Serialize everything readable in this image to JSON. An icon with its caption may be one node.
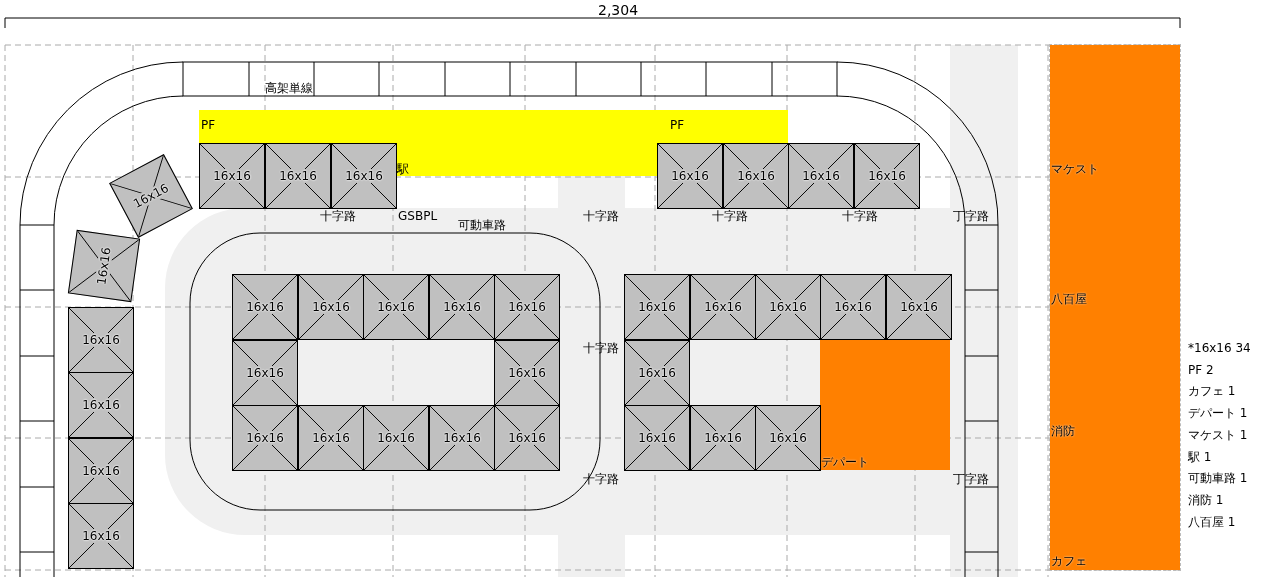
{
  "diagram": {
    "nodes": [
      {
        "text": [
          "PF",
          "駅"
        ]
      },
      {
        "text": [
          "PF"
        ]
      },
      {
        "text": [
          "デパート"
        ]
      },
      {
        "text": [
          "マケスト",
          "八百屋",
          "消防",
          "カフェ"
        ]
      },
      {
        "text": [
          "16x16"
        ]
      },
      {
        "text": [
          "16x16"
        ]
      },
      {
        "text": [
          "16x16"
        ]
      },
      {
        "text": [
          "16x16"
        ]
      },
      {
        "text": [
          "16x16"
        ]
      },
      {
        "text": [
          "16x16"
        ]
      },
      {
        "text": [
          "16x16"
        ]
      },
      {
        "text": [
          "16x16"
        ]
      },
      {
        "text": [
          "16x16"
        ]
      },
      {
        "text": [
          "16x16"
        ]
      },
      {
        "text": [
          "16x16"
        ]
      },
      {
        "text": [
          "16x16"
        ]
      },
      {
        "text": [
          "16x16"
        ]
      },
      {
        "text": [
          "16x16"
        ]
      },
      {
        "text": [
          "16x16"
        ]
      },
      {
        "text": [
          "16x16"
        ]
      },
      {
        "text": [
          "16x16"
        ]
      },
      {
        "text": [
          "16x16"
        ]
      },
      {
        "text": [
          "16x16"
        ]
      },
      {
        "text": [
          "16x16"
        ]
      },
      {
        "text": [
          "16x16"
        ]
      },
      {
        "text": [
          "16x16"
        ]
      },
      {
        "text": [
          "16x16"
        ]
      },
      {
        "text": [
          "16x16"
        ]
      },
      {
        "text": [
          "16x16"
        ]
      },
      {
        "text": [
          "16x16"
        ]
      },
      {
        "text": [
          "16x16"
        ]
      },
      {
        "text": [
          "16x16"
        ]
      },
      {
        "text": [
          "16x16"
        ]
      },
      {
        "text": [
          "16x16"
        ]
      },
      {
        "text": [
          "16x16"
        ]
      },
      {
        "text": [
          "16x16"
        ]
      },
      {
        "text": [
          "16x16"
        ]
      },
      {
        "text": [
          "16x16"
        ]
      }
    ],
    "labels": [
      "2,304",
      "高架単線",
      "十字路",
      "GSBPL",
      "可動車路",
      "十字路",
      "十字路",
      "十字路",
      "丁字路",
      "十字路",
      "十字路",
      "丁字路",
      "*16x16 34",
      "PF 2",
      "カフェ 1",
      "デパート 1",
      "マケスト 1",
      "駅 1",
      "可動車路 1",
      "消防 1",
      "八百屋 1"
    ]
  }
}
